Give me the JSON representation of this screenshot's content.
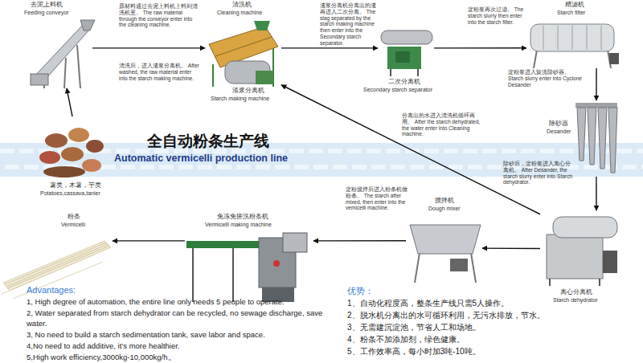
{
  "diagram": {
    "title": "全自动粉条生产线",
    "nodes": [
      {
        "text": [
          "去泥上料机",
          "Feeding conveyor"
        ]
      },
      {
        "text": [
          "清洗机",
          "Cleaning machine",
          "渣浆分离机",
          "Starch making machine"
        ]
      },
      {
        "text": [
          "二次分离机",
          "Secondary starch separator"
        ]
      },
      {
        "text": [
          "精滤机",
          "Starch filter"
        ]
      },
      {
        "text": [
          "薯类，木薯，芋类",
          "Potatoes,cassava,tanier"
        ]
      },
      {
        "text": [
          "除砂器",
          "Desander"
        ]
      },
      {
        "text": [
          "粉条",
          "Vermicelli"
        ]
      },
      {
        "text": [
          "免冻免搓洗粉条机",
          "Vermicelli making machine"
        ]
      },
      {
        "text": [
          "搅拌机",
          "Dough mixer"
        ]
      },
      {
        "text": [
          "离心分离机",
          "Starch dehydrator"
        ]
      }
    ],
    "edges": [
      {
        "from": 4,
        "to": 0,
        "arrow": "to"
      },
      {
        "from": 0,
        "to": 1,
        "arrow": "to",
        "label": "原材料通过去泥上料机上料到清洗机里。 The raw material through the conveyor enter into the cleaning machine."
      },
      {
        "from": 1,
        "to": 2,
        "arrow": "to",
        "label": "渣浆分离机分离出的渣再进入二次分离。 The slag separated by the starch making machine then enter into the Secondary starch separator."
      },
      {
        "from": 2,
        "to": 3,
        "arrow": "to",
        "label": "淀粉浆再次过滤。 The starch slurry then enter into the starch filter."
      },
      {
        "from": 3,
        "to": 5,
        "arrow": "to",
        "label": "淀粉浆进入旋流除砂器。 Starch slurry enter into Cyclone Desander"
      },
      {
        "from": 5,
        "to": 9,
        "arrow": "to",
        "label": "除砂后，淀粉浆进入离心分离机。 After Desander, the starch slurry enter into Starch dehydrator."
      },
      {
        "from": 9,
        "to": 1,
        "arrow": "to",
        "label": "分离出的水进入清洗机循环再用。 After the starch dehydrated, the water enter into Cleaning machine."
      },
      {
        "from": 9,
        "to": 8,
        "arrow": "to"
      },
      {
        "from": 8,
        "to": 7,
        "arrow": "to",
        "label": "淀粉搅拌后进入粉条机做粉条。 The starch after mixed, then enter into the vemicelli machine."
      },
      {
        "from": 7,
        "to": 6,
        "arrow": "to"
      }
    ],
    "labels": [
      "清洗后，进入渣浆分离机。 After washed, the raw material enter into the starch making machine.",
      "Automatic vermicelli production line",
      "Advantages:",
      "1, High degree of automation, the entire line only needs 5 people to operate.",
      "2, Water separated from starch dehydrator can be recycled, no sewage discharge, save water.",
      "3, No need to build a starch sedimentation tank, save labor and space.",
      "4,No need to add additive, it’s more healthier.",
      "5,High work efficiency,3000kg-10,000kg/h。",
      "优势：",
      "1、自动化程度高，整条生产线只需5人操作。",
      "2、脱水机分离出的水可循环利用，无污水排放，节水。",
      "3、无需建沉淀池，节省人工和场地。",
      "4、粉条不加添加剂，绿色健康。",
      "5、工作效率高，每小时加3吨-10吨。"
    ]
  }
}
